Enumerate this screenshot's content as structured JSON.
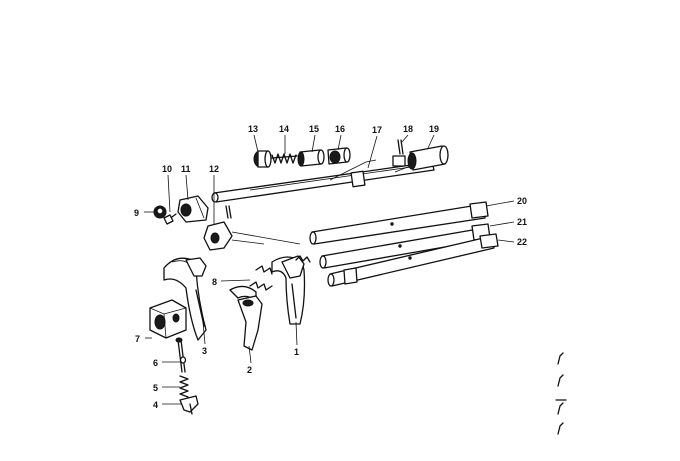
{
  "diagram": {
    "type": "exploded-parts-diagram",
    "colors": {
      "ink": "#111111",
      "paper": "#ffffff"
    },
    "callouts": [
      "1",
      "2",
      "3",
      "4",
      "5",
      "6",
      "7",
      "8",
      "9",
      "10",
      "11",
      "12",
      "13",
      "14",
      "15",
      "16",
      "17",
      "18",
      "19",
      "20",
      "21",
      "22"
    ],
    "parts": [
      {
        "id": "1",
        "icon": "shift-fork-icon"
      },
      {
        "id": "2",
        "icon": "shift-fork-icon"
      },
      {
        "id": "3",
        "icon": "shift-fork-icon"
      },
      {
        "id": "4",
        "icon": "pin-head-icon"
      },
      {
        "id": "5",
        "icon": "spring-icon"
      },
      {
        "id": "6",
        "icon": "plunger-pin-icon"
      },
      {
        "id": "7",
        "icon": "selector-block-icon"
      },
      {
        "id": "8",
        "icon": "spring-icon"
      },
      {
        "id": "9",
        "icon": "bushing-icon"
      },
      {
        "id": "10",
        "icon": "bolt-icon"
      },
      {
        "id": "11",
        "icon": "clamp-icon"
      },
      {
        "id": "12",
        "icon": "lever-icon"
      },
      {
        "id": "13",
        "icon": "nut-icon"
      },
      {
        "id": "14",
        "icon": "spring-icon"
      },
      {
        "id": "15",
        "icon": "sleeve-icon"
      },
      {
        "id": "16",
        "icon": "sleeve-icon"
      },
      {
        "id": "17",
        "icon": "selector-rod-icon"
      },
      {
        "id": "18",
        "icon": "pin-icon"
      },
      {
        "id": "19",
        "icon": "cap-icon"
      },
      {
        "id": "20",
        "icon": "shift-rod-icon"
      },
      {
        "id": "21",
        "icon": "shift-rod-icon"
      },
      {
        "id": "22",
        "icon": "shift-rod-icon"
      }
    ]
  }
}
